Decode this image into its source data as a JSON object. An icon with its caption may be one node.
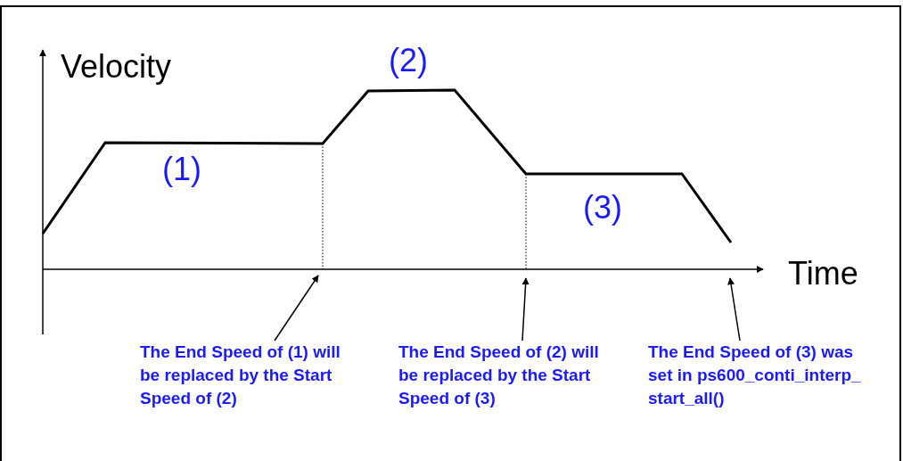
{
  "diagram": {
    "nodes": [
      {
        "text": [
          "The End Speed of (1) will be replaced by the Start Speed of (2)"
        ]
      },
      {
        "text": [
          "The End Speed of (2) will be replaced by the Start Speed of (3)"
        ]
      },
      {
        "text": [
          "The End Speed of (3) was set in ps600_conti_interp_ start_all()"
        ]
      }
    ],
    "edges": [
      {
        "from": 0,
        "to": null,
        "arrow": "to"
      },
      {
        "from": 1,
        "to": null,
        "arrow": "to"
      },
      {
        "from": 2,
        "to": null,
        "arrow": "to"
      }
    ],
    "labels": [
      "Velocity",
      "(2)",
      "(1)",
      "(3)",
      "Time"
    ]
  }
}
